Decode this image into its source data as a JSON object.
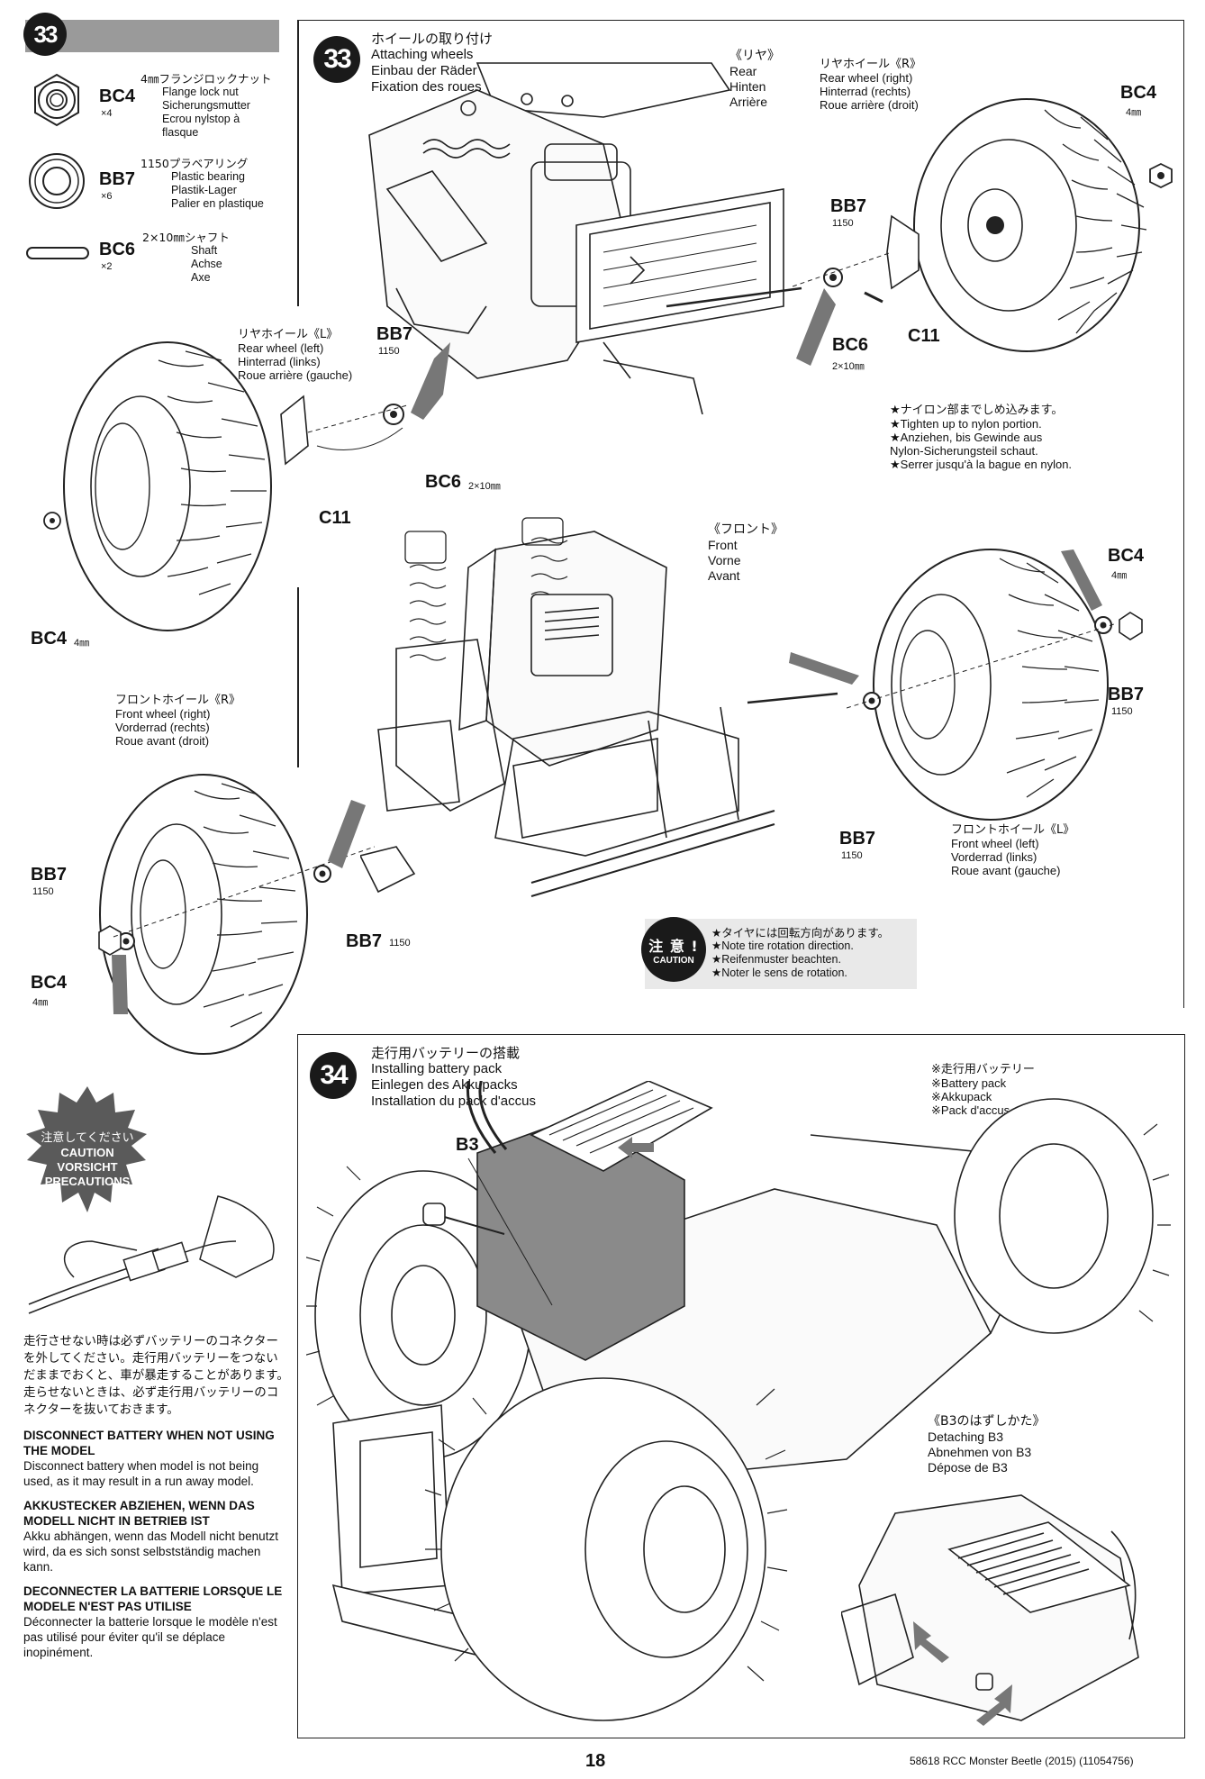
{
  "sidebar": {
    "step_number": "33",
    "parts": [
      {
        "code": "BC4",
        "qty": "×4",
        "desc": [
          "4㎜フランジロックナット",
          "Flange lock nut",
          "Sicherungsmutter",
          "Ecrou nylstop à",
          "flasque"
        ]
      },
      {
        "code": "BB7",
        "qty": "×6",
        "desc": [
          "1150プラベアリング",
          "Plastic bearing",
          "Plastik-Lager",
          "Palier en plastique"
        ]
      },
      {
        "code": "BC6",
        "qty": "×2",
        "desc": [
          "2×10㎜シャフト",
          "Shaft",
          "Achse",
          "Axe"
        ]
      }
    ]
  },
  "step33": {
    "number": "33",
    "title": [
      "ホイールの取り付け",
      "Attaching wheels",
      "Einbau der Räder",
      "Fixation des roues"
    ],
    "rear": [
      "《リヤ》",
      "Rear",
      "Hinten",
      "Arrière"
    ],
    "rear_wheel_right": [
      "リヤホイール《R》",
      "Rear wheel (right)",
      "Hinterrad (rechts)",
      "Roue arrière (droit)"
    ],
    "rear_wheel_left": [
      "リヤホイール《L》",
      "Rear wheel (left)",
      "Hinterrad (links)",
      "Roue arrière (gauche)"
    ],
    "front": [
      "《フロント》",
      "Front",
      "Vorne",
      "Avant"
    ],
    "front_wheel_right": [
      "フロントホイール《R》",
      "Front wheel (right)",
      "Vorderrad (rechts)",
      "Roue avant (droit)"
    ],
    "front_wheel_left": [
      "フロントホイール《L》",
      "Front wheel (left)",
      "Vorderrad (links)",
      "Roue avant (gauche)"
    ],
    "tighten_note": [
      "★ナイロン部までしめ込みます。",
      "★Tighten up to nylon portion.",
      "★Anziehen, bis Gewinde aus",
      "Nylon-Sicherungsteil schaut.",
      "★Serrer jusqu'à la bague en nylon."
    ],
    "caution_badge": [
      "注 意 !",
      "CAUTION"
    ],
    "caution_note": [
      "★タイヤには回転方向があります。",
      "★Note tire rotation direction.",
      "★Reifenmuster beachten.",
      "★Noter le sens de rotation."
    ],
    "labels": {
      "bc4": "BC4",
      "bb7": "BB7",
      "bc6": "BC6",
      "c11": "C11",
      "mm4": "4㎜",
      "n1150": "1150",
      "mm2x10": "2×10㎜"
    }
  },
  "step34": {
    "number": "34",
    "title": [
      "走行用バッテリーの搭載",
      "Installing battery pack",
      "Einlegen des Akkupacks",
      "Installation du pack d'accus"
    ],
    "battery_note": [
      "※走行用バッテリー",
      "※Battery pack",
      "※Akkupack",
      "※Pack d'accus"
    ],
    "b3": "B3",
    "detach": [
      "《B3のはずしかた》",
      "Detaching B3",
      "Abnehmen von B3",
      "Dépose de B3"
    ]
  },
  "caution_block": {
    "badge": [
      "注意してください",
      "CAUTION",
      "VORSICHT",
      "PRECAUTIONS"
    ],
    "jp": "走行させない時は必ずバッテリーのコネクターを外してください。走行用バッテリーをつないだままでおくと、車が暴走することがあります。走らせないときは、必ず走行用バッテリーのコネクターを抜いておきます。",
    "en_head": "DISCONNECT BATTERY WHEN NOT USING THE MODEL",
    "en_body": "Disconnect battery when model is not being used, as it may result in a run away model.",
    "de_head": "AKKUSTECKER ABZIEHEN, WENN DAS MODELL NICHT IN BETRIEB IST",
    "de_body": "Akku abhängen, wenn das Modell nicht benutzt wird, da es sich sonst selbstständig machen kann.",
    "fr_head": "DECONNECTER LA BATTERIE LORSQUE LE MODELE N'EST PAS UTILISE",
    "fr_body": "Déconnecter la batterie lorsque le modèle n'est pas utilisé pour éviter qu'il se déplace inopinément."
  },
  "footer": {
    "page": "18",
    "doc": "58618 RCC Monster Beetle (2015) (11054756)"
  }
}
